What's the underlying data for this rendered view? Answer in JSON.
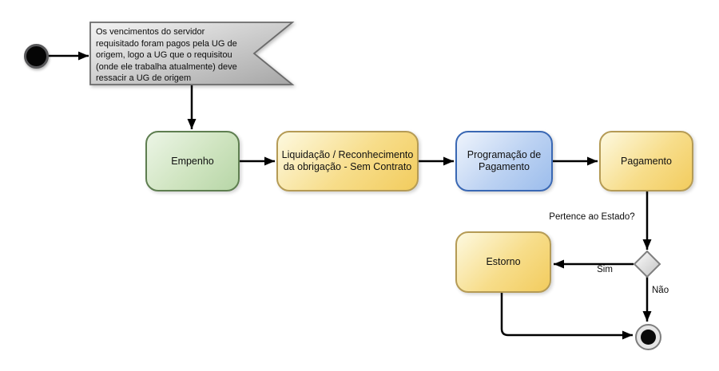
{
  "diagram": {
    "kind": "activity-flowchart",
    "background": "#ffffff",
    "note": {
      "lines": [
        "Os vencimentos do servidor",
        "requisitado foram pagos pela UG de",
        "origem, logo a UG que o requisitou",
        "(onde ele trabalha atualmente) deve",
        "ressacir a UG de origem"
      ]
    },
    "nodes": {
      "empenho": {
        "label": "Empenho",
        "fill": "#cfe4c0",
        "border": "#5e7e50"
      },
      "liquidacao": {
        "label": "Liquidação / Reconhecimento da obrigação - Sem Contrato",
        "fill": "#f2cc5e",
        "border": "#b59b55"
      },
      "programacao": {
        "label": "Programação de Pagamento",
        "fill": "#9cbdec",
        "border": "#3a68b4"
      },
      "pagamento": {
        "label": "Pagamento",
        "fill": "#f2cc5e",
        "border": "#b59b55"
      },
      "estorno": {
        "label": "Estorno",
        "fill": "#f2cc5e",
        "border": "#b59b55"
      }
    },
    "decision": {
      "question_label": "Pertence ao Estado?",
      "yes_label": "Sim",
      "no_label": "Não",
      "fill": "#c6c6c6",
      "border": "#7f7f7f"
    },
    "colors": {
      "note_fill": "#a8a8a8",
      "note_border": "#6b6b6b",
      "edge": "#000000",
      "start_node": "#050505",
      "final_node_ring": "#e6e6e6",
      "final_node_dot": "#0a0a0a"
    }
  }
}
